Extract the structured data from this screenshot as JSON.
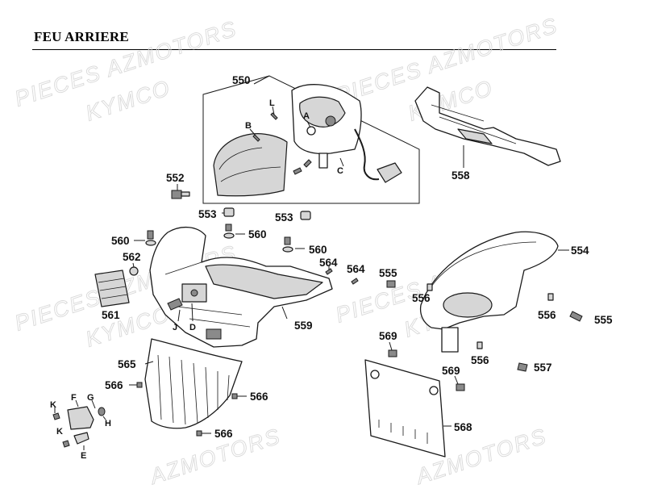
{
  "title": "FEU ARRIERE",
  "watermark": {
    "line1": "PIECES AZMOTORS",
    "line2": "KYMCO",
    "fragment": "AZMOTORS"
  },
  "labels": {
    "p550": "550",
    "p552": "552",
    "p553a": "553",
    "p553b": "553",
    "p554": "554",
    "p555a": "555",
    "p555b": "555",
    "p556a": "556",
    "p556b": "556",
    "p556c": "556",
    "p557": "557",
    "p558": "558",
    "p559": "559",
    "p560a": "560",
    "p560b": "560",
    "p560c": "560",
    "p561": "561",
    "p562": "562",
    "p564a": "564",
    "p564b": "564",
    "p565": "565",
    "p566a": "566",
    "p566b": "566",
    "p566c": "566",
    "p568": "568",
    "p569a": "569",
    "p569b": "569",
    "lA": "A",
    "lB": "B",
    "lC": "C",
    "lD": "D",
    "lE": "E",
    "lF": "F",
    "lG": "G",
    "lH": "H",
    "lJ": "J",
    "lK1": "K",
    "lK2": "K",
    "lL": "L"
  },
  "colors": {
    "line": "#1a1a1a",
    "part_fill": "#ffffff",
    "shade": "#d6d6d6",
    "watermark": "#d9d9d9"
  }
}
